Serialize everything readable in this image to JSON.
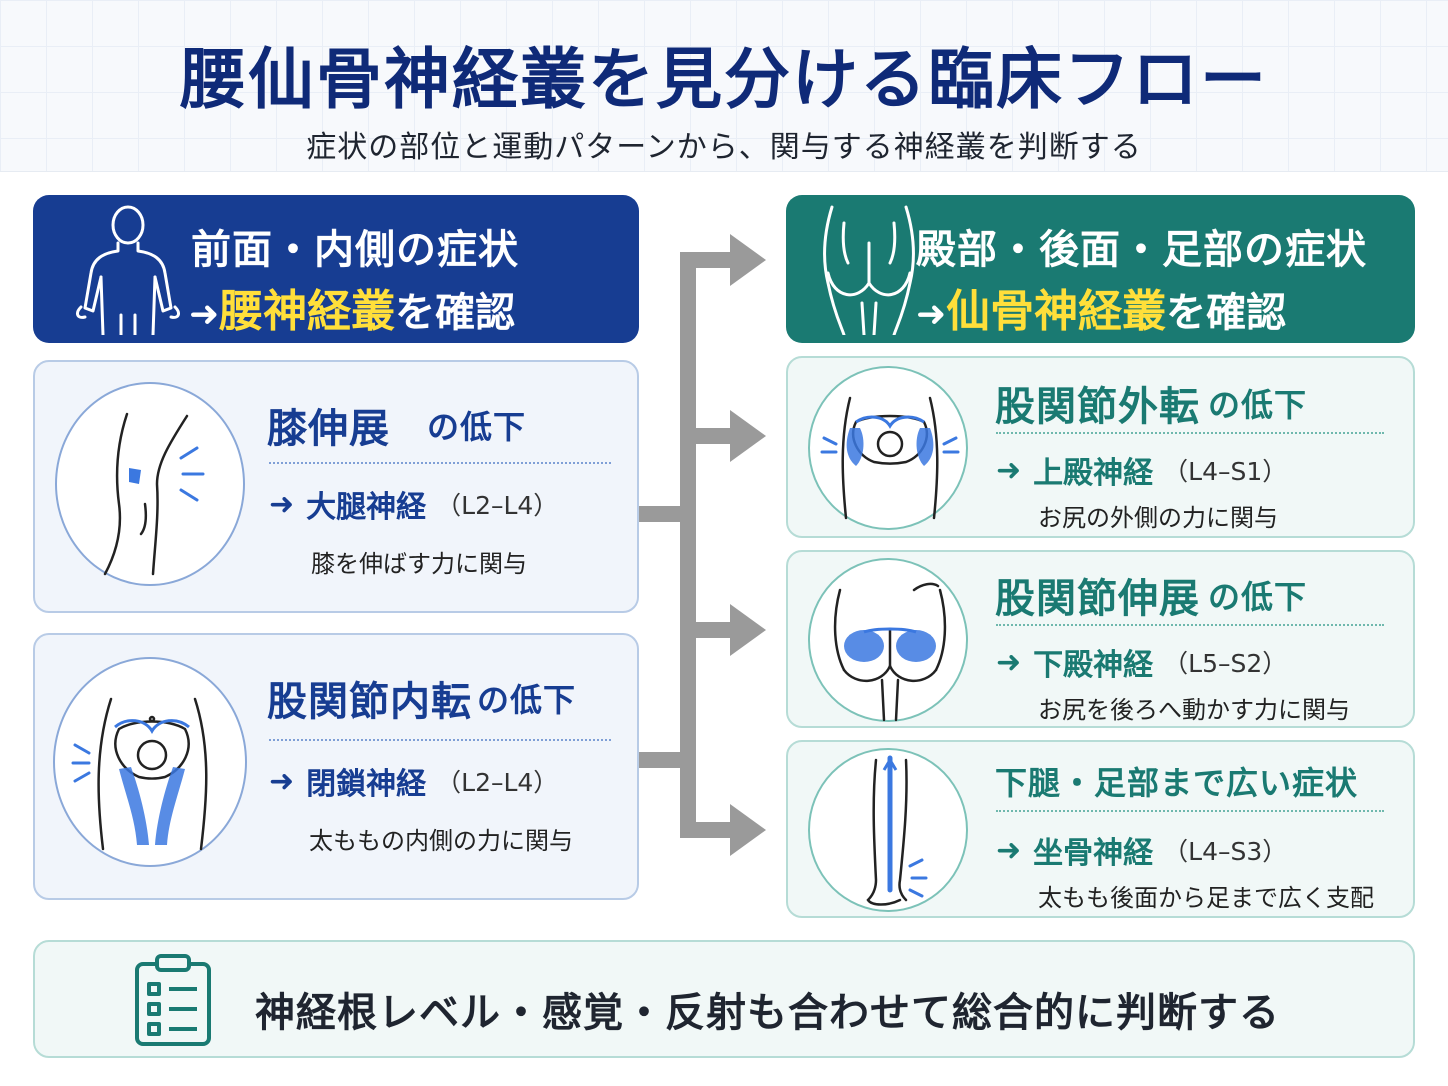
{
  "header": {
    "title": "腰仙骨神経叢を見分ける臨床フロー",
    "subtitle": "症状の部位と運動パターンから、関与する神経叢を判断する"
  },
  "left_header": {
    "line1": "前面・内側の症状",
    "arrow": "➜",
    "plexus": "腰神経叢",
    "suffix": "を確認",
    "icon": "human-body-icon"
  },
  "right_header": {
    "line1": "殿部・後面・足部の症状",
    "arrow": "➜",
    "plexus": "仙骨神経叢",
    "suffix": "を確認",
    "icon": "buttocks-icon"
  },
  "cards": [
    {
      "title_main": "膝伸展",
      "title_tail": "の低下",
      "nerve": "大腿神経",
      "level": "（L2–L4）",
      "desc": "膝を伸ばす力に関与",
      "icon": "knee-icon"
    },
    {
      "title_main": "股関節内転",
      "title_tail": "の低下",
      "nerve": "閉鎖神経",
      "level": "（L2–L4）",
      "desc": "太ももの内側の力に関与",
      "icon": "pelvis-adduction-icon"
    },
    {
      "title_main": "股関節外転",
      "title_tail": "の低下",
      "nerve": "上殿神経",
      "level": "（L4–S1）",
      "desc": "お尻の外側の力に関与",
      "icon": "pelvis-abduction-icon"
    },
    {
      "title_main": "股関節伸展",
      "title_tail": "の低下",
      "nerve": "下殿神経",
      "level": "（L5–S2）",
      "desc": "お尻を後ろへ動かす力に関与",
      "icon": "gluteal-icon"
    },
    {
      "title_main": "下腿・足部まで広い症状",
      "title_tail": "",
      "nerve": "坐骨神経",
      "level": "（L4–S3）",
      "desc": "太もも後面から足まで広く支配",
      "icon": "leg-nerve-icon"
    }
  ],
  "arrow_glyph": "➜",
  "footer": {
    "text": "神経根レベル・感覚・反射も合わせて総合的に判断する",
    "icon": "clipboard-icon"
  },
  "colors": {
    "navy": "#173d92",
    "teal": "#1a7a72",
    "highlight": "#ffdf3a",
    "connector": "#9a9a9a"
  }
}
